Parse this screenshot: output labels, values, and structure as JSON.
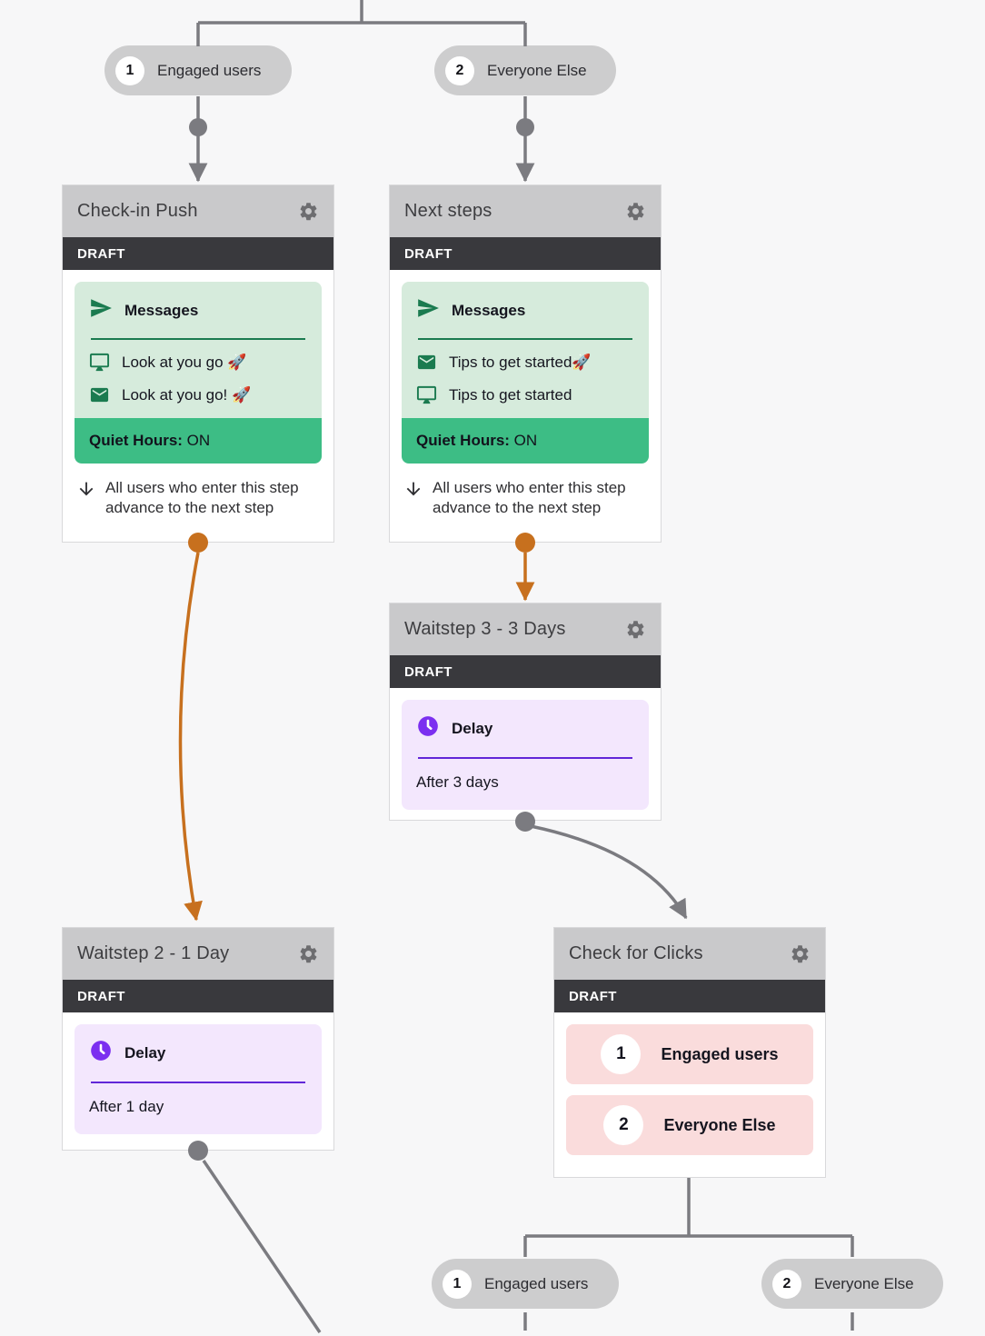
{
  "colors": {
    "background": "#f7f7f8",
    "connector_gray": "#7b7b80",
    "connector_orange": "#c7701e",
    "card_header_gray": "#c9c9cb",
    "draft_bar": "#39393d",
    "green_panel": "#d6ebdc",
    "green_accent": "#1b7b50",
    "quiet_hours_green": "#3dbd85",
    "purple_panel": "#f3e7fd",
    "purple_accent": "#7b2ff0",
    "pink_panel": "#fadcdc",
    "pill_gray": "#cdcdce"
  },
  "top_branches": [
    {
      "number": "1",
      "label": "Engaged users"
    },
    {
      "number": "2",
      "label": "Everyone Else"
    }
  ],
  "nodes": {
    "checkin_push": {
      "title": "Check-in Push",
      "status": "DRAFT",
      "panel_title": "Messages",
      "items": [
        {
          "icon": "monitor-icon",
          "text": "Look at you go 🚀"
        },
        {
          "icon": "envelope-icon",
          "text": "Look at you go! 🚀"
        }
      ],
      "quiet_hours_label": "Quiet Hours:",
      "quiet_hours_value": " ON",
      "advance_text": "All users who enter this step advance to the next step"
    },
    "next_steps": {
      "title": "Next steps",
      "status": "DRAFT",
      "panel_title": "Messages",
      "items": [
        {
          "icon": "envelope-icon",
          "text": "Tips to get started🚀"
        },
        {
          "icon": "monitor-icon",
          "text": "Tips to get started"
        }
      ],
      "quiet_hours_label": "Quiet Hours:",
      "quiet_hours_value": " ON",
      "advance_text": "All users who enter this step advance to the next step"
    },
    "waitstep3": {
      "title": "Waitstep 3 - 3 Days",
      "status": "DRAFT",
      "panel_title": "Delay",
      "delay_value": "After 3 days"
    },
    "waitstep2": {
      "title": "Waitstep 2 - 1 Day",
      "status": "DRAFT",
      "panel_title": "Delay",
      "delay_value": "After 1 day"
    },
    "check_for_clicks": {
      "title": "Check for Clicks",
      "status": "DRAFT",
      "branches": [
        {
          "number": "1",
          "label": "Engaged users"
        },
        {
          "number": "2",
          "label": "Everyone Else"
        }
      ]
    }
  },
  "bottom_branches": [
    {
      "number": "1",
      "label": "Engaged users"
    },
    {
      "number": "2",
      "label": "Everyone Else"
    }
  ]
}
